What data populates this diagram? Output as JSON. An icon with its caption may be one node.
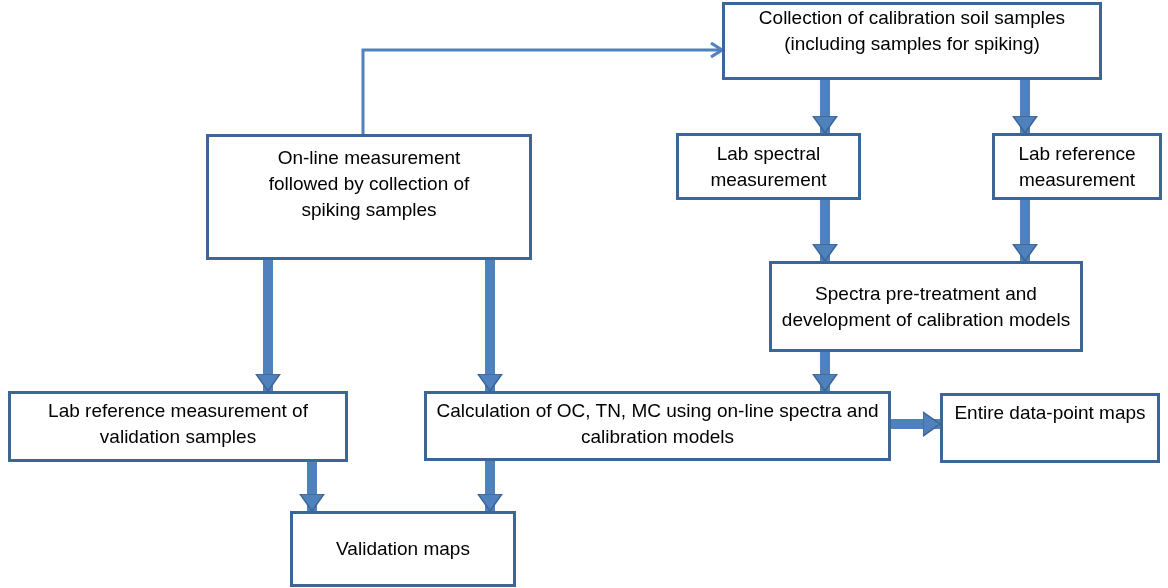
{
  "diagram": {
    "nodes": [
      {
        "text": [
          "Collection of calibration soil samples (including samples for spiking)"
        ]
      },
      {
        "text": [
          "On-line measurement followed by collection of spiking samples"
        ]
      },
      {
        "text": [
          "Lab spectral measurement"
        ]
      },
      {
        "text": [
          "Lab reference measurement"
        ]
      },
      {
        "text": [
          "Spectra pre-treatment and development of calibration models"
        ]
      },
      {
        "text": [
          "Lab reference measurement of validation samples"
        ]
      },
      {
        "text": [
          "Calculation of OC, TN, MC using on-line spectra and calibration models"
        ]
      },
      {
        "text": [
          "Entire data-point maps"
        ]
      },
      {
        "text": [
          "Validation maps"
        ]
      }
    ],
    "edges": [
      {
        "from": 1,
        "to": 0,
        "arrow": "to"
      },
      {
        "from": 0,
        "to": 2,
        "arrow": "to"
      },
      {
        "from": 0,
        "to": 3,
        "arrow": "to"
      },
      {
        "from": 2,
        "to": 4,
        "arrow": "to"
      },
      {
        "from": 3,
        "to": 4,
        "arrow": "to"
      },
      {
        "from": 1,
        "to": 5,
        "arrow": "to"
      },
      {
        "from": 1,
        "to": 6,
        "arrow": "to"
      },
      {
        "from": 4,
        "to": 6,
        "arrow": "to"
      },
      {
        "from": 6,
        "to": 7,
        "arrow": "to"
      },
      {
        "from": 5,
        "to": 8,
        "arrow": "to"
      },
      {
        "from": 6,
        "to": 8,
        "arrow": "to"
      }
    ]
  }
}
